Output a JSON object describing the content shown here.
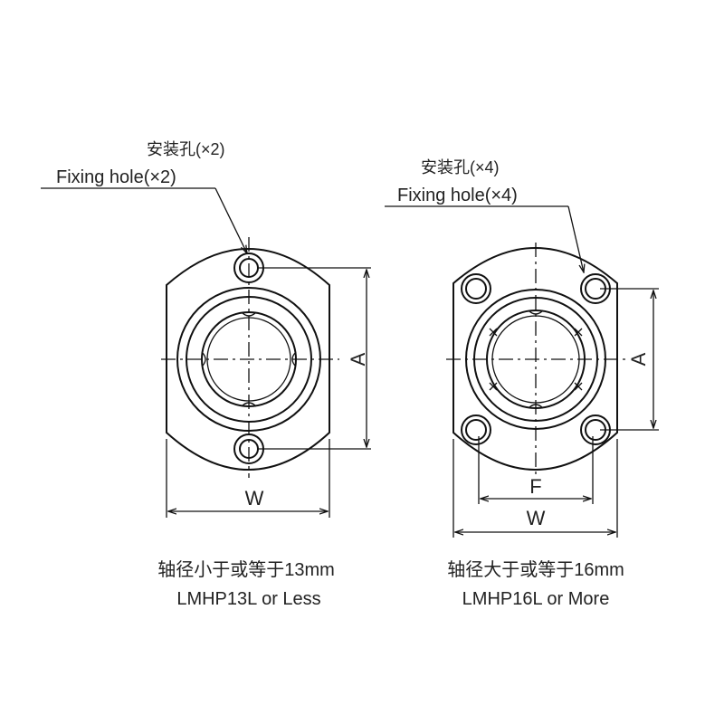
{
  "left": {
    "label_cn": "安装孔(×2)",
    "label_en": "Fixing hole(×2)",
    "dim_a": "A",
    "dim_w": "W",
    "caption_cn": "轴径小于或等于13mm",
    "caption_en": "LMHP13L or Less"
  },
  "right": {
    "label_cn": "安装孔(×4)",
    "label_en": "Fixing hole(×4)",
    "dim_a": "A",
    "dim_f": "F",
    "dim_w": "W",
    "caption_cn": "轴径大于或等于16mm",
    "caption_en": "LMHP16L or More"
  }
}
